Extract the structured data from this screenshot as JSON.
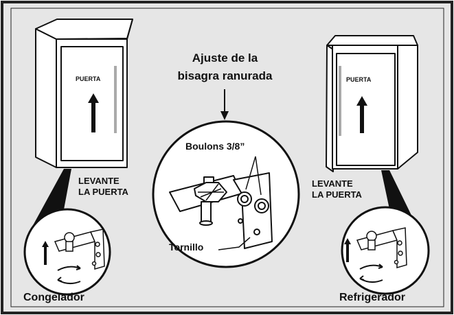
{
  "title_line1": "Ajuste de la",
  "title_line2": "bisagra ranurada",
  "left_door_label": "PUERTA",
  "right_door_label": "PUERTA",
  "left_lift_line1": "LEVANTE",
  "left_lift_line2": "LA PUERTA",
  "right_lift_line1": "LEVANTE",
  "right_lift_line2": "LA PUERTA",
  "bolts_label": "Boulons 3/8”",
  "screw_label": "Tornillo",
  "left_caption": "Congelador",
  "right_caption": "Refrigerador",
  "colors": {
    "background": "#e6e6e6",
    "frame": "#222222",
    "line": "#111111",
    "fill": "#ffffff"
  }
}
